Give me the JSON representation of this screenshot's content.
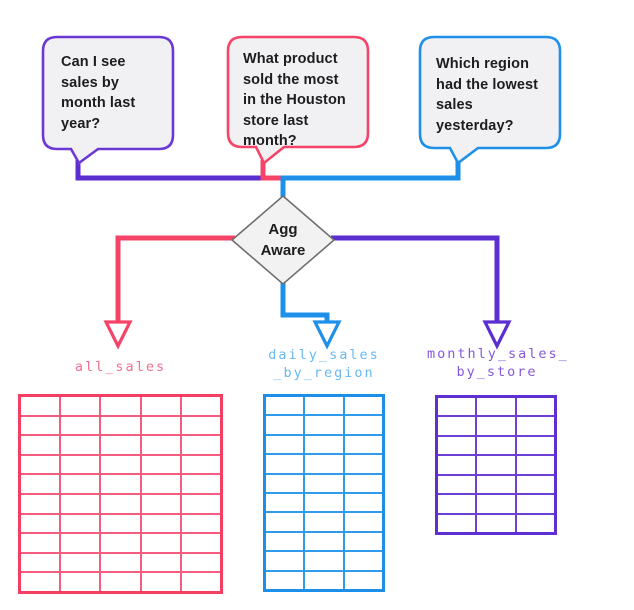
{
  "bubbles": [
    {
      "text": "Can I see\nsales by\nmonth last\nyear?",
      "color": "#6b38d6"
    },
    {
      "text": "What product\nsold the most\nin the Houston\nstore last\nmonth?",
      "color": "#f64368"
    },
    {
      "text": "Which region\nhad the lowest\nsales\nyesterday?",
      "color": "#1e90e9"
    }
  ],
  "decision": {
    "label": "Agg\nAware"
  },
  "tables": [
    {
      "name": "all_sales",
      "label_line1": "all_sales",
      "label_line2": "",
      "cols": 5,
      "rows": 10,
      "color": "#f43f63",
      "grid_color": "#f65c80",
      "label_color": "#f2708d"
    },
    {
      "name": "daily_sales_by_region",
      "label_line1": "daily_sales",
      "label_line2": "_by_region",
      "cols": 3,
      "rows": 10,
      "color": "#1e8fe8",
      "grid_color": "#2f9bea",
      "label_color": "#69b9f1"
    },
    {
      "name": "monthly_sales_by_store",
      "label_line1": "monthly_sales_",
      "label_line2": "by_store",
      "cols": 3,
      "rows": 7,
      "color": "#5f2fd3",
      "grid_color": "#6e3fd6",
      "label_color": "#8458dc"
    }
  ],
  "colors": {
    "purple_line": "#5b2ed0",
    "pink_line": "#f64368",
    "blue_line": "#1e90e9",
    "bubble_fill": "#f1f1f3",
    "diamond_fill": "#f2f2f2",
    "diamond_border": "#6f6f6f"
  }
}
